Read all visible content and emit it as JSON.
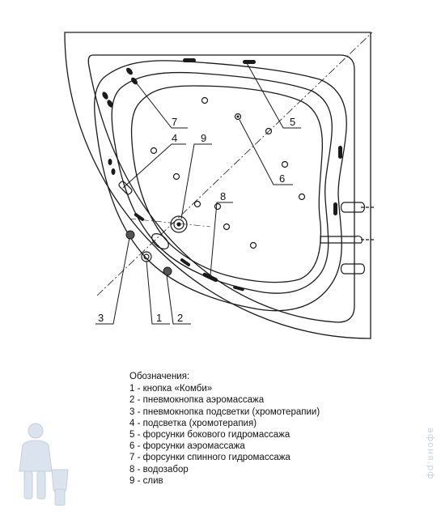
{
  "callouts": {
    "c1": "1",
    "c2": "2",
    "c3": "3",
    "c4": "4",
    "c5": "5",
    "c6": "6",
    "c7": "7",
    "c8": "8",
    "c9": "9"
  },
  "legend": {
    "title": "Обозначения:",
    "items": [
      "1 - кнопка «Комби»",
      "2 - пневмокнопка аэромассажа",
      "3 - пневмокнопка подсветки (хромотерапии)",
      "4 - подсветка (хромотерапия)",
      "5 - форсунки бокового гидромассажа",
      "6 - форсунки аэромассажа",
      "7 - форсунки спинного гидромассажа",
      "8 - водозабор",
      "9 - слив"
    ]
  },
  "watermark": "афоня.рф",
  "colors": {
    "line": "#1a1a1a",
    "watermark": "#c9d3de"
  }
}
